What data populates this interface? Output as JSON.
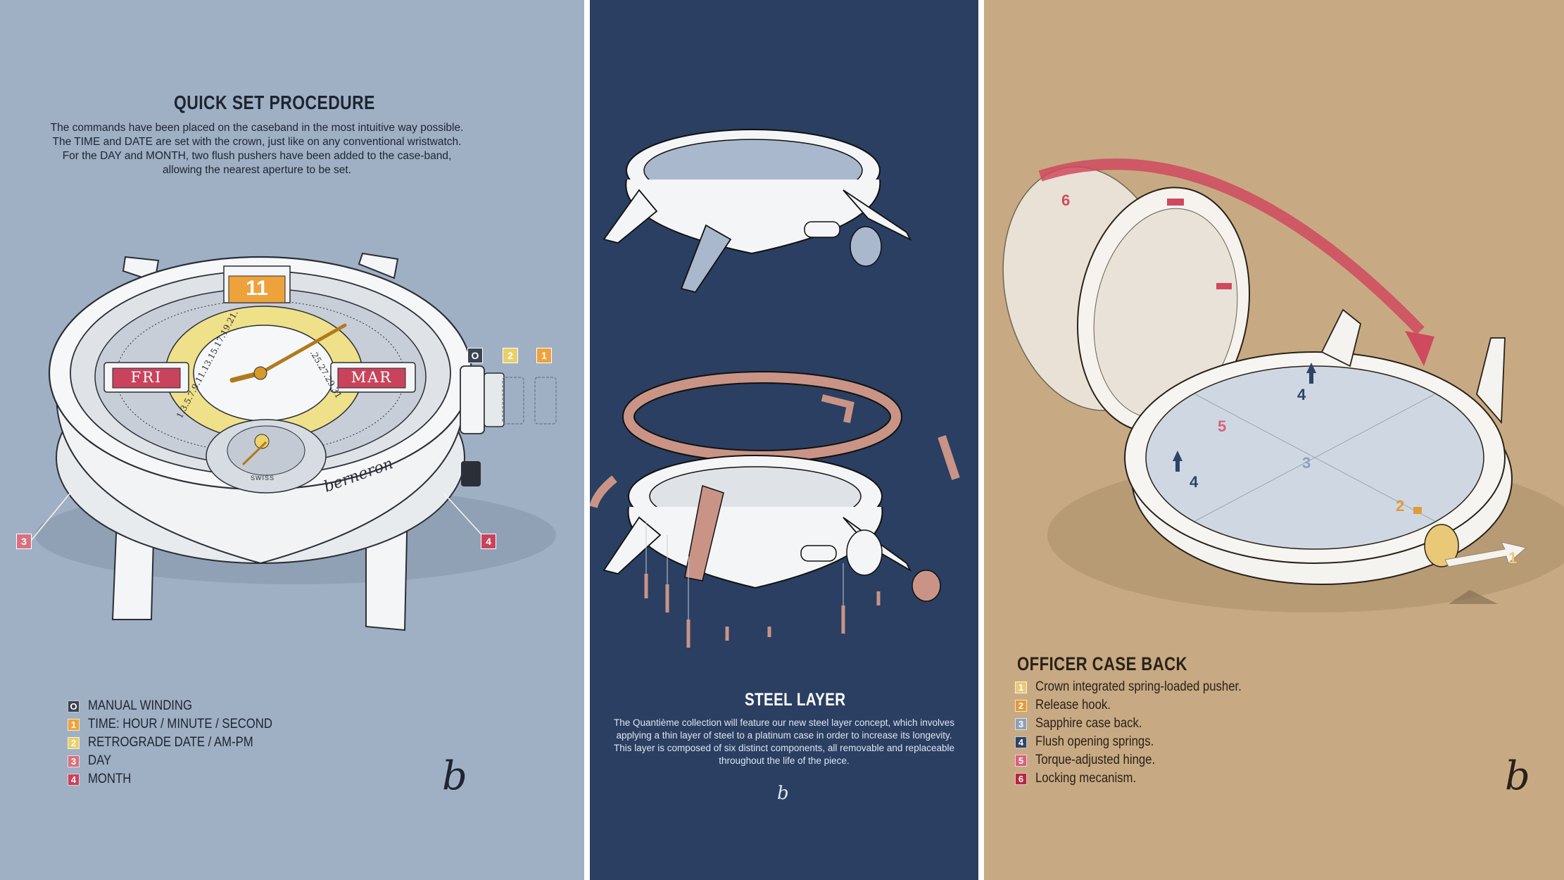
{
  "panel_quickset": {
    "title": "QUICK SET PROCEDURE",
    "intro": [
      "The commands have been placed on the caseband in the most intuitive way possible.",
      "The TIME and DATE are set with the crown, just like on any conventional wristwatch.",
      "For the DAY and MONTH, two flush pushers have been added to the case-band,",
      "allowing the nearest aperture to be set."
    ],
    "dial": {
      "date_window": "11",
      "day_window": "FRI",
      "month_window": "MAR",
      "signature": "berneron",
      "subdial_text": "SWISS",
      "date_scale_left": "1.3.5.7.9.11.13.15.17.19.21.",
      "date_scale_right": ".25.27.29.31"
    },
    "callouts": {
      "crown_o": "O",
      "crown_2": "2",
      "crown_1": "1",
      "left_3": "3",
      "right_4": "4"
    },
    "legend": [
      {
        "key": "O",
        "label": "MANUAL WINDING",
        "color": "#3b4352"
      },
      {
        "key": "1",
        "label": "TIME: HOUR / MINUTE / SECOND",
        "color": "#eea23c"
      },
      {
        "key": "2",
        "label": "RETROGRADE DATE / AM-PM",
        "color": "#e9cf6a"
      },
      {
        "key": "3",
        "label": "DAY",
        "color": "#d9707f"
      },
      {
        "key": "4",
        "label": "MONTH",
        "color": "#c9435c"
      }
    ],
    "signature": "b",
    "colors": {
      "background": "#9fb0c4",
      "text": "#1e2430"
    }
  },
  "panel_steel": {
    "title": "STEEL LAYER",
    "intro": [
      "The Quantième collection will feature our new steel layer concept, which involves",
      "applying a thin layer of steel to a platinum case in order to increase its longevity.",
      "This layer is composed of six distinct components, all removable and replaceable",
      "throughout the life of the piece."
    ],
    "signature": "b",
    "colors": {
      "background": "#2a3f62",
      "steel": "#c99486",
      "text": "#ffffff"
    }
  },
  "panel_caseback": {
    "title": "OFFICER CASE BACK",
    "legend": [
      {
        "key": "1",
        "label": "Crown integrated spring-loaded pusher.",
        "color": "#e9c878"
      },
      {
        "key": "2",
        "label": "Release hook.",
        "color": "#e39a38"
      },
      {
        "key": "3",
        "label": "Sapphire case back.",
        "color": "#8da0b8"
      },
      {
        "key": "4",
        "label": "Flush opening springs.",
        "color": "#2f4466"
      },
      {
        "key": "5",
        "label": "Torque-adjusted hinge.",
        "color": "#d9607a"
      },
      {
        "key": "6",
        "label": "Locking mecanism.",
        "color": "#b8253d"
      }
    ],
    "markers": {
      "m1": "1",
      "m2": "2",
      "m3": "3",
      "m4a": "4",
      "m4b": "4",
      "m5": "5",
      "m6": "6"
    },
    "signature": "b",
    "colors": {
      "background": "#c7aa83",
      "text": "#2a2118",
      "arrow": "#cf4a5e"
    }
  }
}
